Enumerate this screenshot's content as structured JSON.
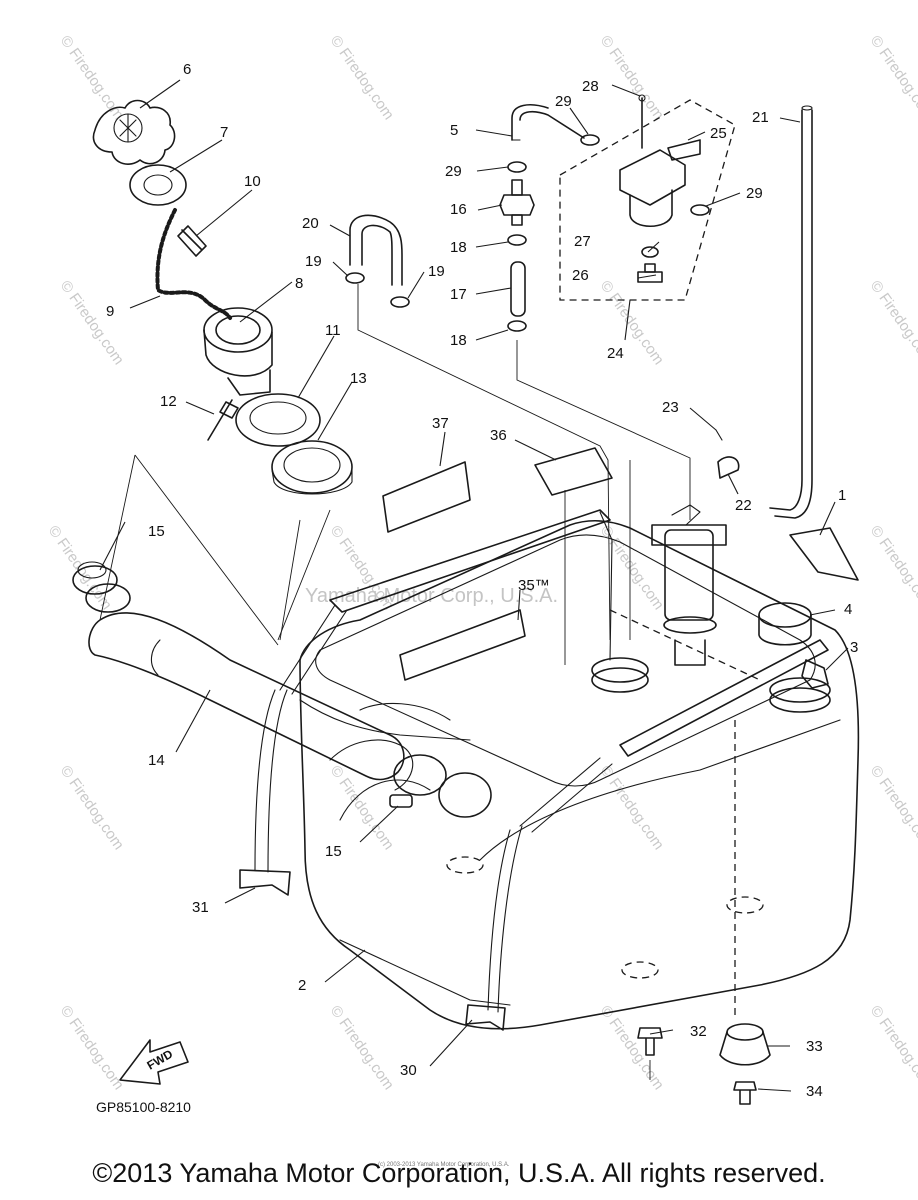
{
  "diagram_code": "GP85100-8210",
  "fwd_label": "FWD",
  "center_watermark": "Yamaha Motor Corp., U.S.A.",
  "watermark": "© Firedog.com",
  "small_copyright": "(c) 2003-2013 Yamaha Motor Corporation, U.S.A.",
  "footer_copyright": "©2013 Yamaha Motor Corporation, U.S.A. All rights reserved.",
  "callouts": {
    "p1": "1",
    "p2": "2",
    "p3": "3",
    "p4": "4",
    "p5": "5",
    "p6": "6",
    "p7": "7",
    "p8": "8",
    "p9": "9",
    "p10": "10",
    "p11": "11",
    "p12": "12",
    "p13": "13",
    "p14": "14",
    "p15a": "15",
    "p15b": "15",
    "p16": "16",
    "p17": "17",
    "p18a": "18",
    "p18b": "18",
    "p19a": "19",
    "p19b": "19",
    "p20": "20",
    "p21": "21",
    "p22": "22",
    "p23": "23",
    "p24": "24",
    "p25": "25",
    "p26": "26",
    "p27": "27",
    "p28": "28",
    "p29a": "29",
    "p29b": "29",
    "p29c": "29",
    "p30": "30",
    "p31": "31",
    "p32": "32",
    "p33": "33",
    "p34": "34",
    "p35": "35™",
    "p36": "36",
    "p37": "37"
  }
}
